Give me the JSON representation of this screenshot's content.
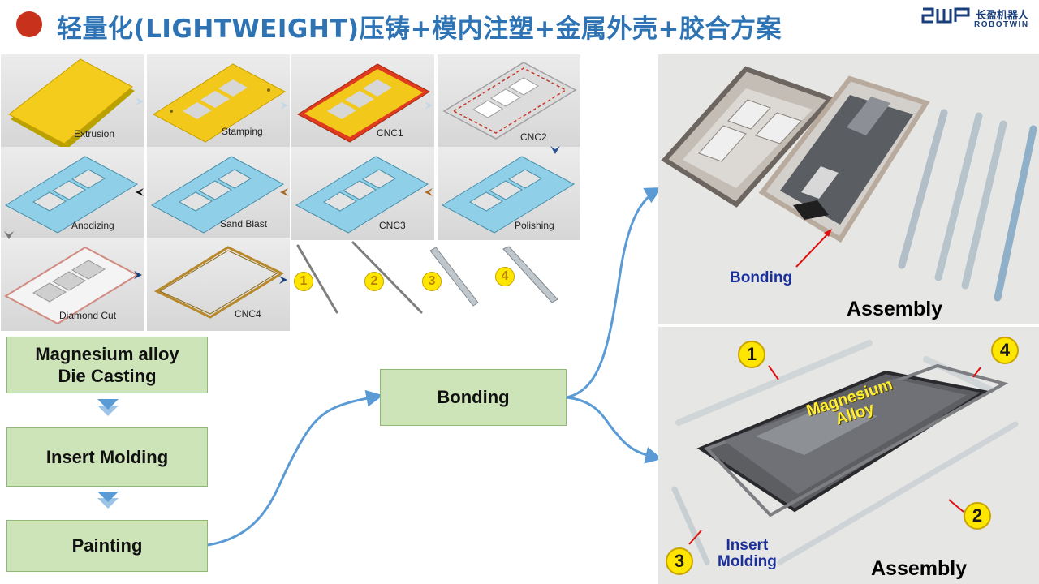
{
  "title": "轻量化(LIGHTWEIGHT)压铸+模内注塑+金属外壳+胶合方案",
  "logo": {
    "cn": "长盈机器人",
    "en": "ROBOTWIN"
  },
  "colors": {
    "title": "#2e74b5",
    "title_dot": "#c8321c",
    "box_fill": "#cde4b8",
    "arrow_blue": "#5b9bd5",
    "annotation_blue": "#1a2f9a",
    "badge_yellow": "#ffe600"
  },
  "steps": [
    {
      "label": "Extrusion",
      "part": "plate-yellow"
    },
    {
      "label": "Stamping",
      "part": "frame-yellow"
    },
    {
      "label": "CNC1",
      "part": "frame-yellow-red"
    },
    {
      "label": "CNC2",
      "part": "frame-silver"
    },
    {
      "label": "Anodizing",
      "part": "frame-blue"
    },
    {
      "label": "Sand Blast",
      "part": "frame-blue"
    },
    {
      "label": "CNC3",
      "part": "frame-blue"
    },
    {
      "label": "Polishing",
      "part": "frame-blue"
    },
    {
      "label": "Diamond Cut",
      "part": "frame-white"
    },
    {
      "label": "CNC4",
      "part": "ring-gold"
    }
  ],
  "bars": [
    "1",
    "2",
    "3",
    "4"
  ],
  "process": {
    "die_casting": "Magnesium alloy\nDie Casting",
    "insert_molding": "Insert Molding",
    "painting": "Painting",
    "bonding": "Bonding"
  },
  "photo_top": {
    "bonding_label": "Bonding",
    "assembly_label": "Assembly"
  },
  "photo_bottom": {
    "numbers": [
      "1",
      "2",
      "3",
      "4"
    ],
    "magnesium_label": "Magnesium\nAlloy",
    "insert_label": "Insert\nMolding",
    "assembly_label": "Assembly"
  }
}
